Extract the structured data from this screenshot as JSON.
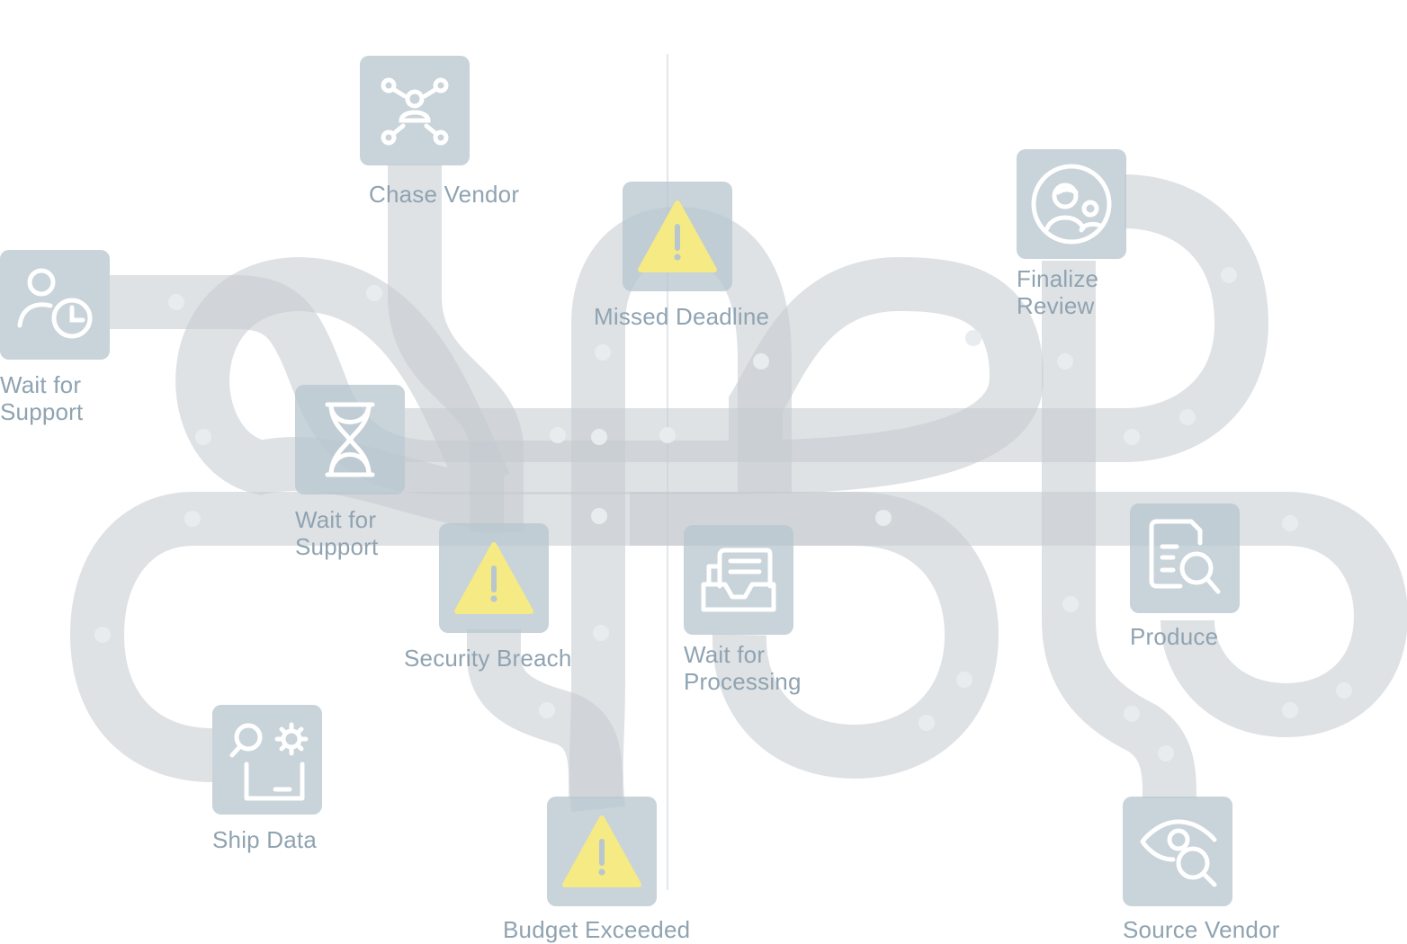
{
  "diagram": {
    "colors": {
      "track": "#c4cacf",
      "dot": "#e9ecee",
      "node_fill": "#b8c7cf",
      "icon_stroke": "#ffffff",
      "warning": "#f5ea84",
      "label": "#8fa3b1"
    },
    "nodes": [
      {
        "id": "chase-vendor",
        "label": "Chase Vendor",
        "icon": "network-person-icon"
      },
      {
        "id": "missed-deadline",
        "label": "Missed Deadline",
        "icon": "warning-icon"
      },
      {
        "id": "finalize-review",
        "label": "Finalize\nReview",
        "icon": "group-review-icon"
      },
      {
        "id": "wait-for-support-1",
        "label": "Wait for\nSupport",
        "icon": "person-clock-icon"
      },
      {
        "id": "wait-for-support-2",
        "label": "Wait for\nSupport",
        "icon": "hourglass-icon"
      },
      {
        "id": "security-breach",
        "label": "Security Breach",
        "icon": "warning-icon"
      },
      {
        "id": "wait-for-processing",
        "label": "Wait for\nProcessing",
        "icon": "inbox-document-icon"
      },
      {
        "id": "produce",
        "label": "Produce",
        "icon": "document-search-icon"
      },
      {
        "id": "ship-data",
        "label": "Ship Data",
        "icon": "search-gear-icon"
      },
      {
        "id": "budget-exceeded",
        "label": "Budget Exceeded",
        "icon": "warning-icon"
      },
      {
        "id": "source-vendor",
        "label": "Source Vendor",
        "icon": "eye-search-icon"
      }
    ]
  }
}
